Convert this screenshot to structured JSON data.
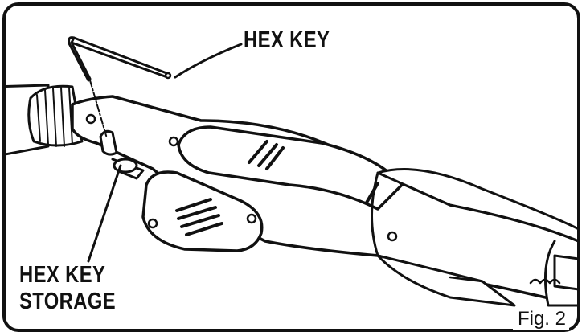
{
  "labels": {
    "hex_key": "HEX KEY",
    "hex_key_storage_line1": "HEX KEY",
    "hex_key_storage_line2": "STORAGE",
    "figure": "Fig. 2"
  },
  "colors": {
    "ink": "#111111",
    "fill": "#ffffff"
  }
}
